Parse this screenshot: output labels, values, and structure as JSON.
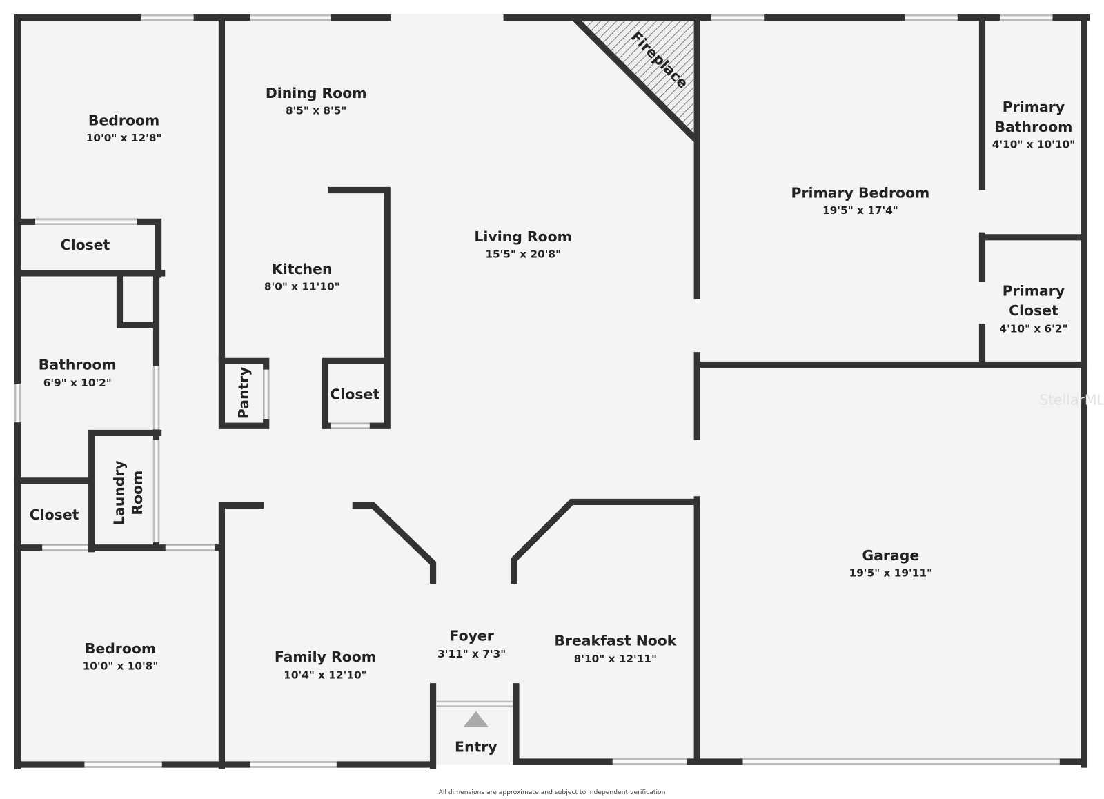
{
  "rooms": {
    "bedroom1": {
      "name": "Bedroom",
      "dim": "10'0\" x 12'8\""
    },
    "dining": {
      "name": "Dining Room",
      "dim": "8'5\" x 8'5\""
    },
    "fireplace": {
      "name": "Fireplace"
    },
    "primary_bedroom": {
      "name": "Primary Bedroom",
      "dim": "19'5\" x 17'4\""
    },
    "primary_bathroom": {
      "name1": "Primary",
      "name2": "Bathroom",
      "dim": "4'10\" x 10'10\""
    },
    "closet1": {
      "name": "Closet"
    },
    "living": {
      "name": "Living Room",
      "dim": "15'5\" x 20'8\""
    },
    "kitchen": {
      "name": "Kitchen",
      "dim": "8'0\" x 11'10\""
    },
    "primary_closet": {
      "name1": "Primary",
      "name2": "Closet",
      "dim": "4'10\" x 6'2\""
    },
    "bathroom": {
      "name": "Bathroom",
      "dim": "6'9\" x 10'2\""
    },
    "pantry": {
      "name": "Pantry"
    },
    "closet_kitchen": {
      "name": "Closet"
    },
    "laundry": {
      "name1": "Laundry",
      "name2": "Room"
    },
    "closet2": {
      "name": "Closet"
    },
    "garage": {
      "name": "Garage",
      "dim": "19'5\" x 19'11\""
    },
    "foyer": {
      "name": "Foyer",
      "dim": "3'11\" x 7'3\""
    },
    "breakfast": {
      "name": "Breakfast Nook",
      "dim": "8'10\" x 12'11\""
    },
    "bedroom2": {
      "name": "Bedroom",
      "dim": "10'0\" x 10'8\""
    },
    "family": {
      "name": "Family Room",
      "dim": "10'4\" x 12'10\""
    },
    "entry": {
      "name": "Entry"
    }
  },
  "watermark": "StellarMLS",
  "footer": "All dimensions are approximate and subject to independent verification",
  "colors": {
    "wall": "#333333",
    "floor": "#f4f4f4",
    "window": "#bdbdbd"
  }
}
